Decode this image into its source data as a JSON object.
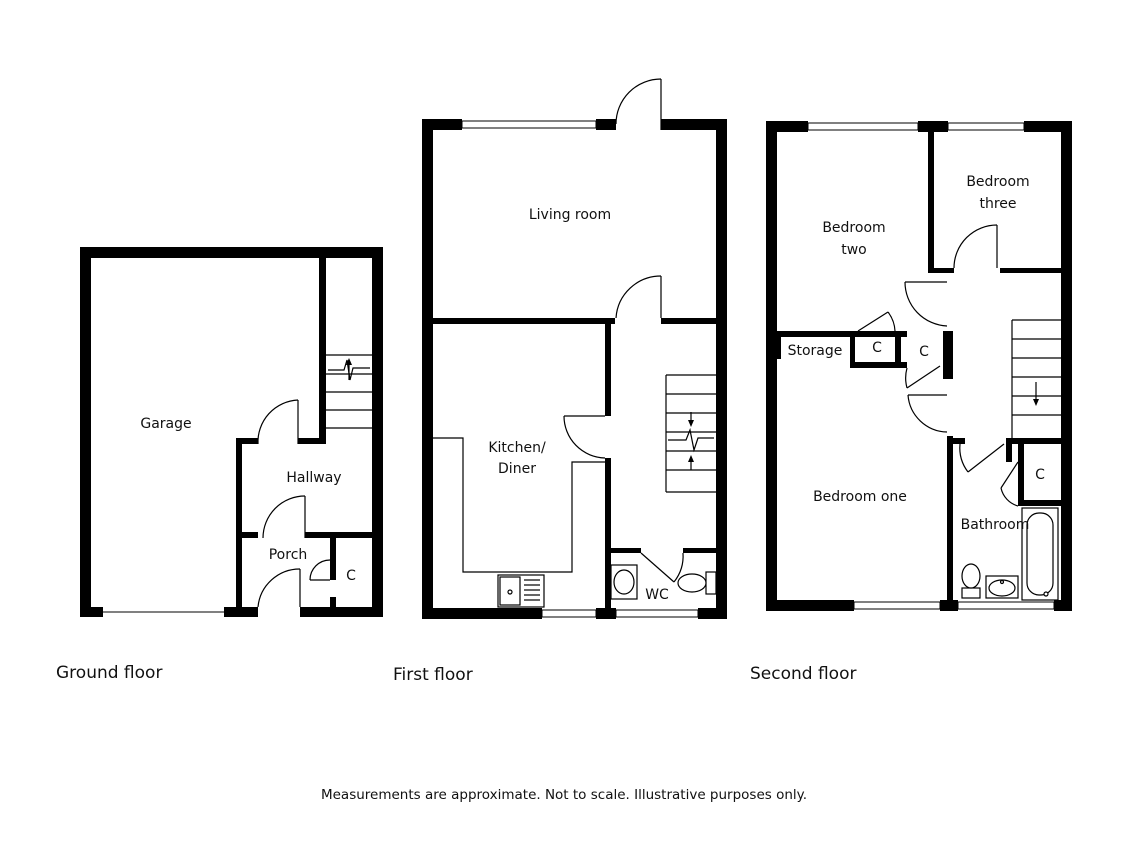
{
  "floors": {
    "ground": {
      "caption": "Ground floor",
      "rooms": {
        "garage": "Garage",
        "hallway": "Hallway",
        "porch": "Porch",
        "cupboard": "C"
      }
    },
    "first": {
      "caption": "First floor",
      "rooms": {
        "living": "Living room",
        "kitchen_1": "Kitchen/",
        "kitchen_2": "Diner",
        "wc": "WC"
      }
    },
    "second": {
      "caption": "Second floor",
      "rooms": {
        "bedroom_three_1": "Bedroom",
        "bedroom_three_2": "three",
        "bedroom_two_1": "Bedroom",
        "bedroom_two_2": "two",
        "storage": "Storage",
        "cupboard_a": "C",
        "cupboard_b": "C",
        "cupboard_c": "C",
        "bedroom_one": "Bedroom one",
        "bathroom": "Bathroom"
      }
    }
  },
  "footer_note": "Measurements are approximate. Not to scale. Illustrative purposes only."
}
